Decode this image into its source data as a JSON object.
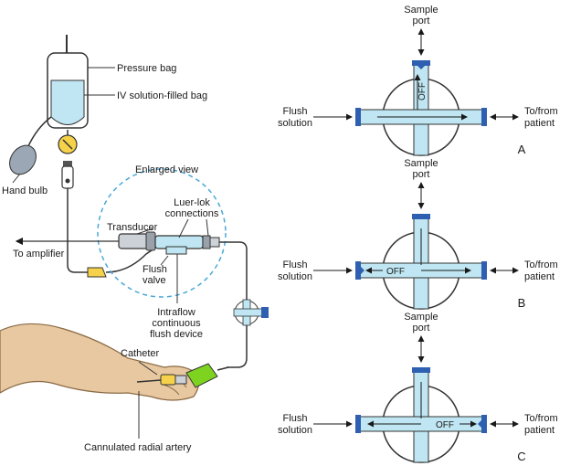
{
  "left_diagram": {
    "labels": {
      "pressure_bag": "Pressure bag",
      "iv_bag": "IV solution-filled bag",
      "hand_bulb": "Hand bulb",
      "enlarged_view": "Enlarged view",
      "luer_lok_1": "Luer-lok",
      "luer_lok_2": "connections",
      "transducer": "Transducer",
      "to_amplifier": "To amplifier",
      "flush_valve_1": "Flush",
      "flush_valve_2": "valve",
      "intraflow_1": "Intraflow",
      "intraflow_2": "continuous",
      "intraflow_3": "flush device",
      "catheter": "Catheter",
      "radial_artery": "Cannulated radial artery"
    }
  },
  "stopcocks": [
    {
      "panel_letter": "A",
      "sample_port_1": "Sample",
      "sample_port_2": "port",
      "left_1": "Flush",
      "left_2": "solution",
      "right_1": "To/from",
      "right_2": "patient",
      "off_label": "OFF",
      "off_position": "top"
    },
    {
      "panel_letter": "B",
      "sample_port_1": "Sample",
      "sample_port_2": "port",
      "left_1": "Flush",
      "left_2": "solution",
      "right_1": "To/from",
      "right_2": "patient",
      "off_label": "OFF",
      "off_position": "left"
    },
    {
      "panel_letter": "C",
      "sample_port_1": "Sample",
      "sample_port_2": "port",
      "left_1": "Flush",
      "left_2": "solution",
      "right_1": "To/from",
      "right_2": "patient",
      "off_label": "OFF",
      "off_position": "right"
    }
  ],
  "colors": {
    "fluid": "#bfe6f2",
    "port": "#2f5fb0",
    "skin": "#e8c8a0",
    "valve_yellow": "#f5d24a",
    "catheter_green": "#7ed321",
    "dashed_circle": "#4aa8d8"
  }
}
